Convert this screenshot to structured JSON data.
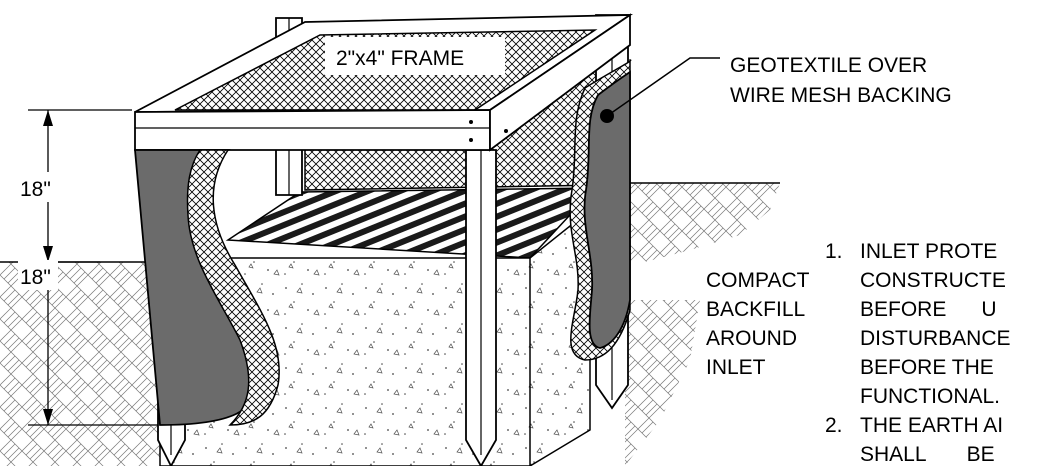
{
  "labels": {
    "frame": "2\"x4\" FRAME",
    "geotextile_line1": "GEOTEXTILE OVER",
    "geotextile_line2": "WIRE MESH BACKING",
    "dim_upper": "18\"",
    "dim_lower": "18\"",
    "compact_line1": "COMPACT",
    "compact_line2": "BACKFILL",
    "compact_line3": "AROUND",
    "compact_line4": "INLET"
  },
  "notes": [
    {
      "number": "1.",
      "lines": [
        "INLET PROTE",
        "CONSTRUCTE",
        "BEFORE      U",
        "DISTURBANCE",
        "BEFORE THE",
        "FUNCTIONAL."
      ]
    },
    {
      "number": "2.",
      "lines": [
        "THE EARTH AI",
        "SHALL       BE"
      ]
    }
  ],
  "colors": {
    "ink": "#000000",
    "fabric": "#6b6b6b",
    "background": "#ffffff"
  }
}
